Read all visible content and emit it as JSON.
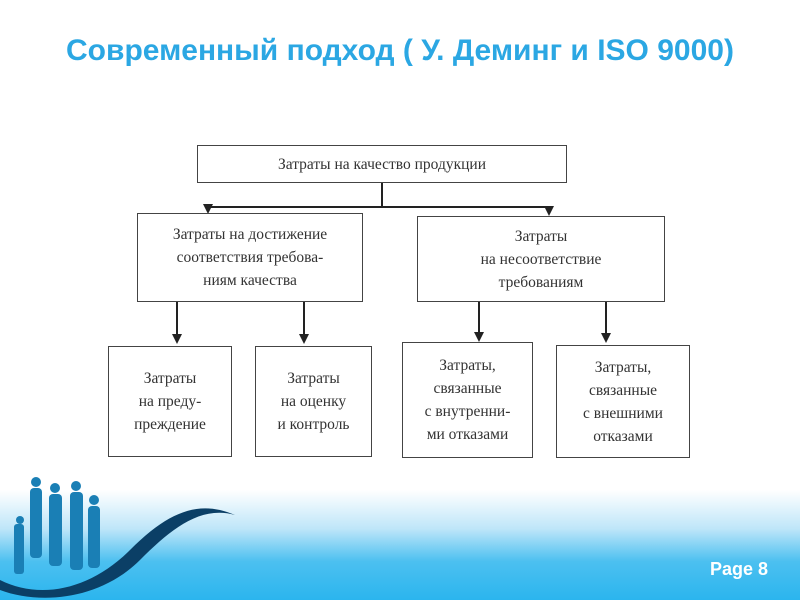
{
  "title": "Современный подход ( У. Деминг и ISO 9000)",
  "diagram": {
    "root": "Затраты на качество продукции",
    "left": "Затраты на достижение\nсоответствия требова-\nниям качества",
    "right": "Затраты\nна несоответствие\nтребованиям",
    "leaf1": "Затраты\nна преду-\nпреждение",
    "leaf2": "Затраты\nна оценку\nи контроль",
    "leaf3": "Затраты,\nсвязанные\nс внутренни-\nми отказами",
    "leaf4": "Затраты,\nсвязанные\nс внешними\nотказами"
  },
  "footer": {
    "page": "Page 8"
  },
  "colors": {
    "accent": "#2ba7e3"
  }
}
